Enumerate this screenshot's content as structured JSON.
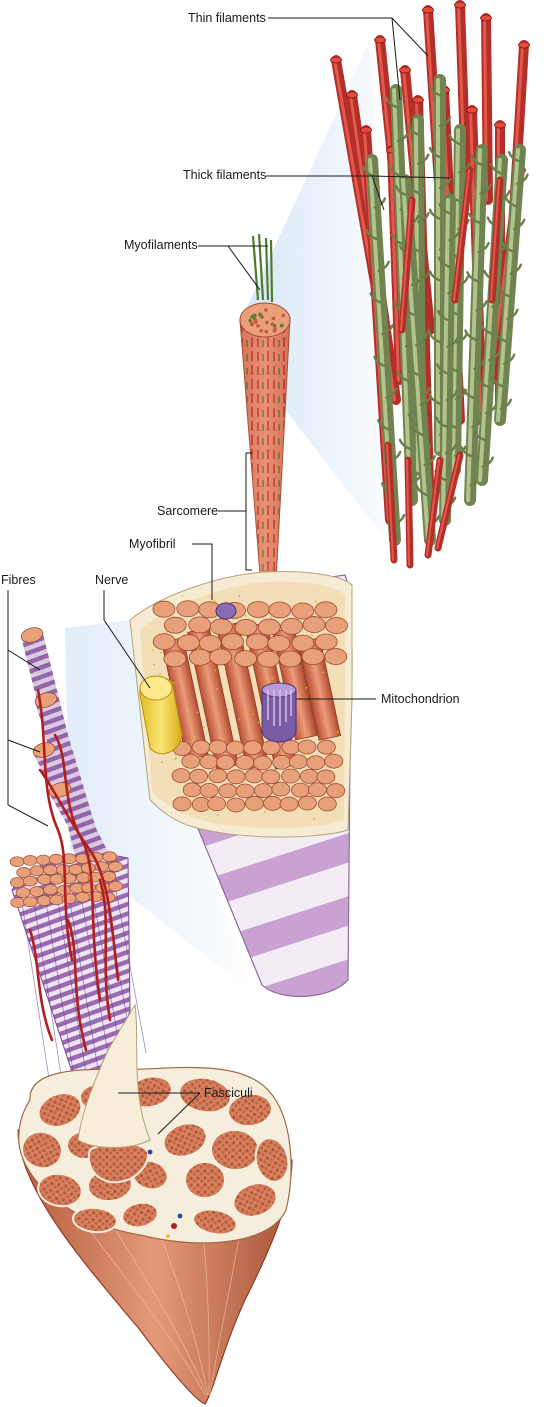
{
  "diagram": {
    "labels": {
      "thin_filaments": "Thin filaments",
      "thick_filaments": "Thick filaments",
      "myofilaments": "Myofilaments",
      "sarcomere": "Sarcomere",
      "myofibril": "Myofibril",
      "fibres": "Fibres",
      "nerve": "Nerve",
      "mitochondrion": "Mitochondrion",
      "fasciculi": "Fasciculi"
    },
    "colors": {
      "thin_filament": "#c8342a",
      "thin_filament_cap": "#e0463a",
      "thick_filament": "#8ea36a",
      "thick_filament_dark": "#6f8450",
      "myofibril": "#d9734f",
      "myofibril_face": "#e8a07a",
      "fibre_stripe_purple": "#b58ac4",
      "fibre_stripe_light": "#f3ecf5",
      "nerve": "#f2d642",
      "mitochondrion": "#7b5aa6",
      "muscle_section": "#cf7d5a",
      "connective_tissue": "#f5eedc",
      "blood_vessel": "#b01f1f",
      "zoom_beam": "#c6ddf3"
    }
  }
}
